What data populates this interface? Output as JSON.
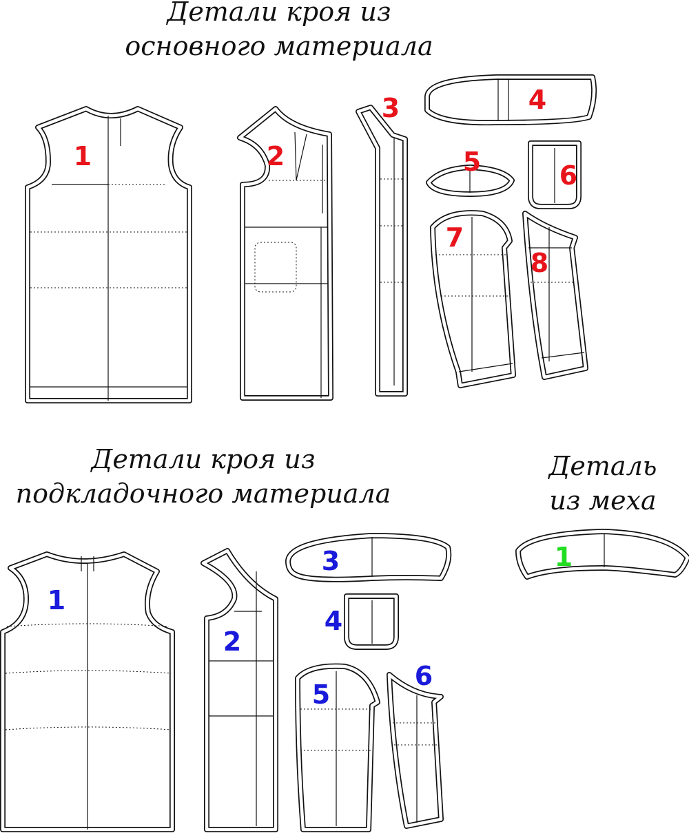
{
  "colors": {
    "main": "#e8141c",
    "lining": "#1a1adb",
    "fur": "#22dd22",
    "line": "#111111"
  },
  "main_section": {
    "title_line1": "Детали кроя из",
    "title_line2": "основного материала",
    "pieces": [
      "1",
      "2",
      "3",
      "4",
      "5",
      "6",
      "7",
      "8"
    ]
  },
  "lining_section": {
    "title_line1": "Детали кроя из",
    "title_line2": "подкладочного материала",
    "pieces": [
      "1",
      "2",
      "3",
      "4",
      "5",
      "6"
    ]
  },
  "fur_section": {
    "title_line1": "Деталь",
    "title_line2": "из  меха",
    "pieces": [
      "1"
    ]
  }
}
